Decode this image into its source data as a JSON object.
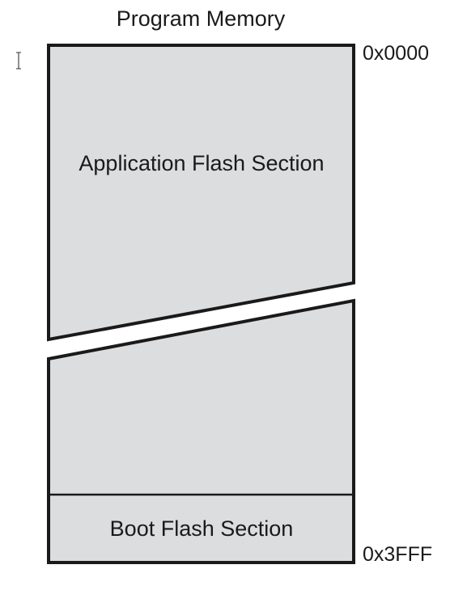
{
  "diagram": {
    "title": "Program Memory",
    "sections": {
      "application": "Application Flash Section",
      "boot": "Boot Flash Section"
    },
    "addresses": {
      "start": "0x0000",
      "end": "0x3FFF"
    },
    "colors": {
      "fill": "#dcdddf",
      "stroke": "#1a1a1a",
      "text": "#1a1a1a"
    },
    "icons": {
      "cursor": "text-cursor-icon"
    }
  }
}
